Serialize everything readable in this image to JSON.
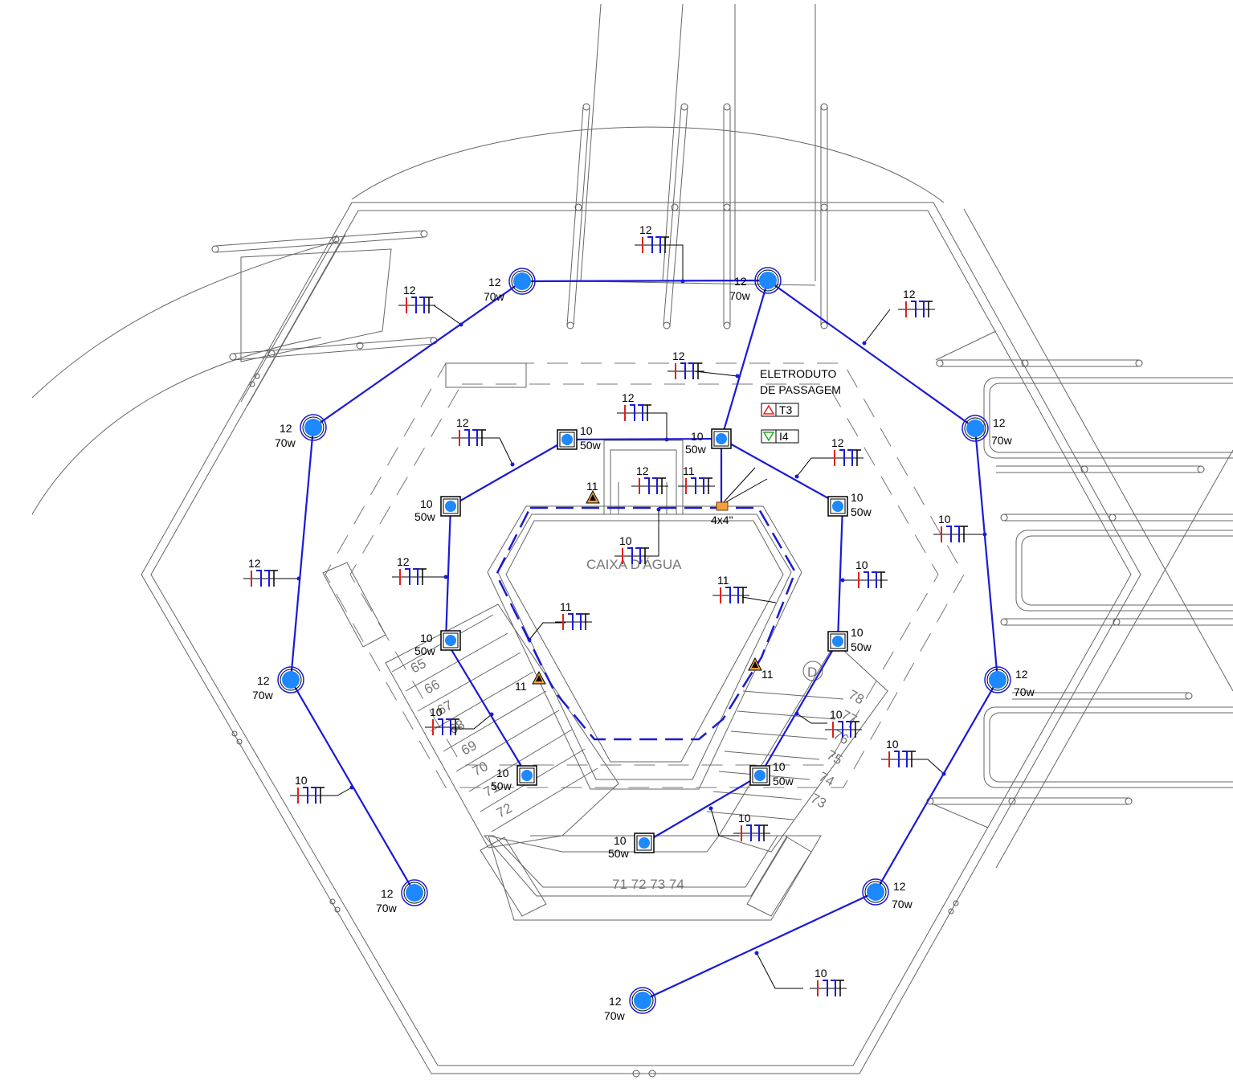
{
  "colors": {
    "conduit": "#1a1ad6",
    "fixture_fill": "#1e88ff",
    "phase": "#e02020",
    "neutral": "#1a1ad6",
    "ground": "#000000",
    "outline": "#666666",
    "marker_fill": "#f0a040"
  },
  "water_tank": {
    "label": "CAIXA  D'ÁGUA"
  },
  "junction_box": {
    "label": "4x4\""
  },
  "legend": {
    "title_line1": "ELETRODUTO",
    "title_line2": "DE PASSAGEM",
    "item_up": "T3",
    "item_down": "I4"
  },
  "step_numbers": {
    "left": [
      "65",
      "66",
      "67",
      "68",
      "69",
      "70",
      "71",
      "72"
    ],
    "right": [
      "78",
      "77",
      "76",
      "75",
      "74",
      "73"
    ],
    "bottom": "71  72  73  74",
    "mark": "D"
  },
  "outer_fixtures": [
    {
      "circuit": "12",
      "power": "70w",
      "icon": "ceiling-light-icon"
    },
    {
      "circuit": "12",
      "power": "70w",
      "icon": "ceiling-light-icon"
    },
    {
      "circuit": "12",
      "power": "70w",
      "icon": "ceiling-light-icon"
    },
    {
      "circuit": "12",
      "power": "70w",
      "icon": "ceiling-light-icon"
    },
    {
      "circuit": "12",
      "power": "70w",
      "icon": "ceiling-light-icon"
    },
    {
      "circuit": "12",
      "power": "70w",
      "icon": "ceiling-light-icon"
    },
    {
      "circuit": "12",
      "power": "70w",
      "icon": "ceiling-light-icon"
    },
    {
      "circuit": "12",
      "power": "70w",
      "icon": "ceiling-light-icon"
    },
    {
      "circuit": "12",
      "power": "70w",
      "icon": "ceiling-light-icon"
    }
  ],
  "inner_fixtures": [
    {
      "circuit": "10",
      "power": "50w",
      "icon": "wall-light-icon"
    },
    {
      "circuit": "10",
      "power": "50w",
      "icon": "wall-light-icon"
    },
    {
      "circuit": "10",
      "power": "50w",
      "icon": "wall-light-icon"
    },
    {
      "circuit": "10",
      "power": "50w",
      "icon": "wall-light-icon"
    },
    {
      "circuit": "10",
      "power": "50w",
      "icon": "wall-light-icon"
    },
    {
      "circuit": "10",
      "power": "50w",
      "icon": "wall-light-icon"
    },
    {
      "circuit": "10",
      "power": "50w",
      "icon": "wall-light-icon"
    },
    {
      "circuit": "10",
      "power": "50w",
      "icon": "wall-light-icon"
    },
    {
      "circuit": "10",
      "power": "50w",
      "icon": "wall-light-icon"
    }
  ],
  "wire_tags": [
    "12",
    "12",
    "12",
    "12",
    "12",
    "12",
    "12",
    "12",
    "12",
    "10",
    "10",
    "10",
    "10",
    "10",
    "10",
    "10",
    "10",
    "12",
    "11",
    "11",
    "11",
    "10"
  ],
  "triangle_markers": [
    "11",
    "11",
    "11"
  ]
}
